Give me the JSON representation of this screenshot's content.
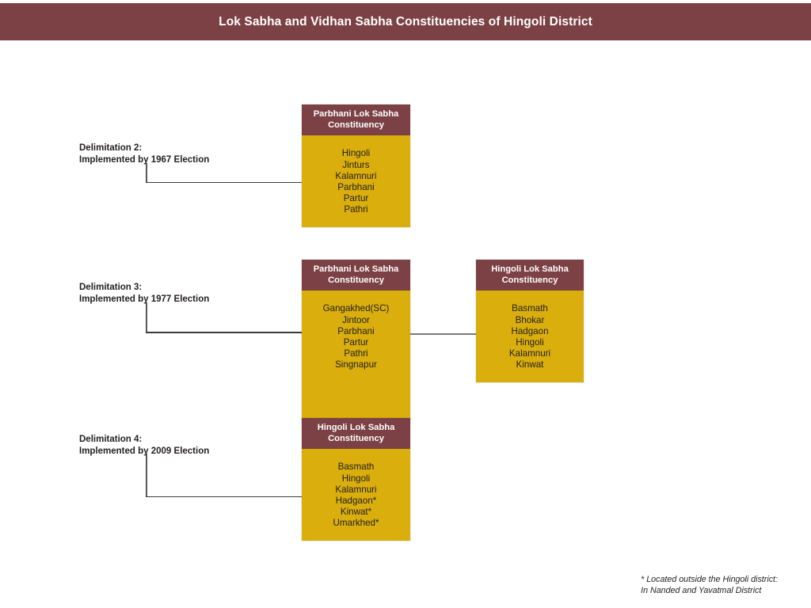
{
  "header": {
    "title": "Lok Sabha and Vidhan Sabha Constituencies of Hingoli District",
    "background_color": "#7c4145",
    "text_color": "#ffffff"
  },
  "theme": {
    "maroon": "#7c4145",
    "gold": "#d9ae0d",
    "text": "#231f20",
    "connector": "#58585b",
    "page_background": "#ffffff"
  },
  "delimitations": [
    {
      "label_line1": "Delimitation 2:",
      "label_line2": "Implemented by 1967 Election",
      "boxes": [
        {
          "header_line1": "Parbhani Lok Sabha",
          "header_line2": "Constituency",
          "seats": [
            "Hingoli",
            "Jinturs",
            "Kalamnuri",
            "Parbhani",
            "Partur",
            "Pathri"
          ]
        }
      ]
    },
    {
      "label_line1": "Delimitation 3:",
      "label_line2": "Implemented by 1977 Election",
      "boxes": [
        {
          "header_line1": "Parbhani Lok Sabha",
          "header_line2": "Constituency",
          "seats": [
            "Gangakhed(SC)",
            "Jintoor",
            "Parbhani",
            "Partur",
            "Pathri",
            "Singnapur"
          ]
        },
        {
          "header_line1": "Hingoli Lok Sabha",
          "header_line2": "Constituency",
          "seats": [
            "Basmath",
            "Bhokar",
            "Hadgaon",
            "Hingoli",
            "Kalamnuri",
            "Kinwat"
          ]
        }
      ]
    },
    {
      "label_line1": "Delimitation 4:",
      "label_line2": "Implemented by 2009 Election",
      "boxes": [
        {
          "header_line1": "Hingoli Lok Sabha",
          "header_line2": "Constituency",
          "seats": [
            "Basmath",
            "Hingoli",
            "Kalamnuri",
            "Hadgaon*",
            "Kinwat*",
            "Umarkhed*"
          ]
        }
      ]
    }
  ],
  "footnote": {
    "line1": "* Located outside the Hingoli district:",
    "line2": "In Nanded and Yavatmal District"
  }
}
